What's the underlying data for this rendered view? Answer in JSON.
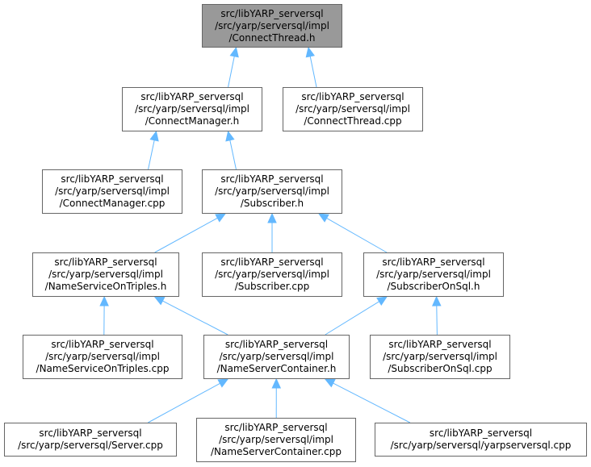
{
  "diagram": {
    "colors": {
      "root_fill": "#999999",
      "node_fill": "#ffffff",
      "node_border": "#666666",
      "edge": "#63b8ff"
    },
    "nodes": {
      "connect_thread_h": [
        "src/libYARP_serversql",
        "/src/yarp/serversql/impl",
        "/ConnectThread.h"
      ],
      "connect_manager_h": [
        "src/libYARP_serversql",
        "/src/yarp/serversql/impl",
        "/ConnectManager.h"
      ],
      "connect_thread_cpp": [
        "src/libYARP_serversql",
        "/src/yarp/serversql/impl",
        "/ConnectThread.cpp"
      ],
      "connect_manager_cpp": [
        "src/libYARP_serversql",
        "/src/yarp/serversql/impl",
        "/ConnectManager.cpp"
      ],
      "subscriber_h": [
        "src/libYARP_serversql",
        "/src/yarp/serversql/impl",
        "/Subscriber.h"
      ],
      "name_service_on_triples_h": [
        "src/libYARP_serversql",
        "/src/yarp/serversql/impl",
        "/NameServiceOnTriples.h"
      ],
      "subscriber_cpp": [
        "src/libYARP_serversql",
        "/src/yarp/serversql/impl",
        "/Subscriber.cpp"
      ],
      "subscriber_on_sql_h": [
        "src/libYARP_serversql",
        "/src/yarp/serversql/impl",
        "/SubscriberOnSql.h"
      ],
      "name_service_on_triples_cpp": [
        "src/libYARP_serversql",
        "/src/yarp/serversql/impl",
        "/NameServiceOnTriples.cpp"
      ],
      "name_server_container_h": [
        "src/libYARP_serversql",
        "/src/yarp/serversql/impl",
        "/NameServerContainer.h"
      ],
      "subscriber_on_sql_cpp": [
        "src/libYARP_serversql",
        "/src/yarp/serversql/impl",
        "/SubscriberOnSql.cpp"
      ],
      "server_cpp": [
        "src/libYARP_serversql",
        "/src/yarp/serversql/Server.cpp"
      ],
      "name_server_container_cpp": [
        "src/libYARP_serversql",
        "/src/yarp/serversql/impl",
        "/NameServerContainer.cpp"
      ],
      "yarpserversql_cpp": [
        "src/libYARP_serversql",
        "/src/yarp/serversql/yarpserversql.cpp"
      ]
    },
    "edges": [
      [
        "connect_manager_h",
        "connect_thread_h"
      ],
      [
        "connect_thread_cpp",
        "connect_thread_h"
      ],
      [
        "connect_manager_cpp",
        "connect_manager_h"
      ],
      [
        "subscriber_h",
        "connect_manager_h"
      ],
      [
        "name_service_on_triples_h",
        "subscriber_h"
      ],
      [
        "subscriber_cpp",
        "subscriber_h"
      ],
      [
        "subscriber_on_sql_h",
        "subscriber_h"
      ],
      [
        "name_service_on_triples_cpp",
        "name_service_on_triples_h"
      ],
      [
        "name_server_container_h",
        "name_service_on_triples_h"
      ],
      [
        "name_server_container_h",
        "subscriber_on_sql_h"
      ],
      [
        "subscriber_on_sql_cpp",
        "subscriber_on_sql_h"
      ],
      [
        "server_cpp",
        "name_server_container_h"
      ],
      [
        "name_server_container_cpp",
        "name_server_container_h"
      ],
      [
        "yarpserversql_cpp",
        "name_server_container_h"
      ]
    ]
  }
}
